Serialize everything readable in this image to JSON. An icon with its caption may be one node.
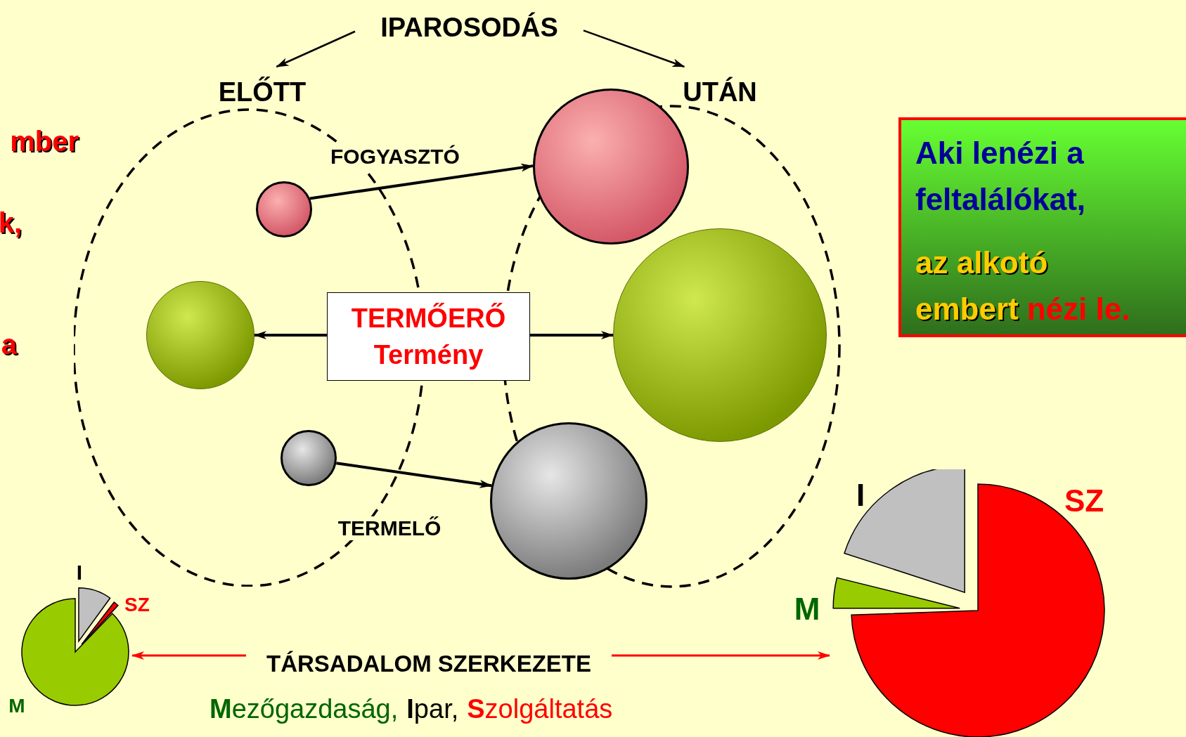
{
  "diagram": {
    "nodes": [
      {
        "text": [
          "IPAROSODÁS"
        ]
      },
      {
        "text": [
          "ELŐTT"
        ]
      },
      {
        "text": [
          "UTÁN"
        ]
      },
      {
        "text": [],
        "shape": "circle",
        "in": 1
      },
      {
        "text": [],
        "shape": "circle"
      },
      {
        "text": [],
        "shape": "circle",
        "in": 1
      },
      {
        "text": [
          "TERMŐERŐ",
          "Termény"
        ]
      },
      {
        "text": [],
        "shape": "circle",
        "in": 2
      },
      {
        "text": [],
        "shape": "circle",
        "in": 1
      },
      {
        "text": [],
        "shape": "circle"
      },
      {
        "text": [
          "Aki lenézi a feltalálókat,",
          "az alkotó embert",
          "nézi le."
        ]
      },
      {
        "text": [],
        "shape": "picture",
        "beside": [
          "I",
          "SZ",
          "M"
        ]
      },
      {
        "text": [
          "TÁRSADALOM SZERKEZETE"
        ]
      },
      {
        "text": [],
        "shape": "picture",
        "beside": [
          "I",
          "SZ",
          "M"
        ]
      }
    ],
    "edges": [
      {
        "from": 0,
        "to": 1,
        "arrow": "to"
      },
      {
        "from": 0,
        "to": 2,
        "arrow": "to"
      },
      {
        "from": 3,
        "to": 4,
        "arrow": "to",
        "label": "FOGYASZTÓ"
      },
      {
        "from": 6,
        "to": 5,
        "arrow": "to"
      },
      {
        "from": 6,
        "to": 7,
        "arrow": "to"
      },
      {
        "from": 8,
        "to": 9,
        "arrow": "to",
        "label": "TERMELŐ"
      },
      {
        "from": 12,
        "to": 11,
        "arrow": "to",
        "color": "#ff0000"
      },
      {
        "from": 12,
        "to": 13,
        "arrow": "to",
        "color": "#ff0000"
      }
    ],
    "labels": [
      "mber",
      "k,",
      "a",
      "**M**ezőgazdaság,",
      "**I**par,",
      "**S**zolgáltatás"
    ]
  }
}
